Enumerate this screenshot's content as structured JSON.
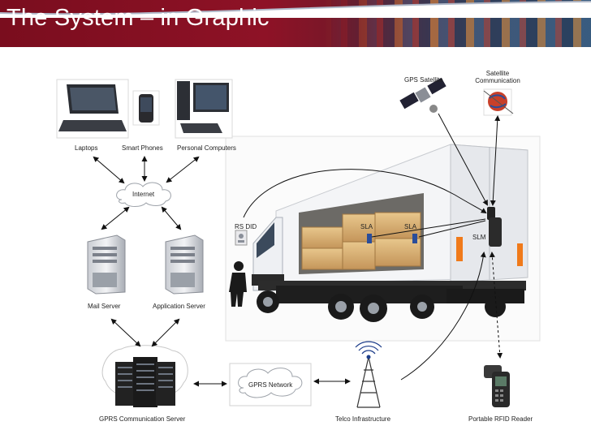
{
  "header": {
    "title": "The System – in Graphic"
  },
  "labels": {
    "laptops": "Laptops",
    "smart_phones": "Smart Phones",
    "personal_computers": "Personal Computers",
    "internet": "Internet",
    "mail_server": "Mail Server",
    "application_server": "Application Server",
    "gprs_server": "GPRS Communication Server",
    "gprs_network": "GPRS Network",
    "telco": "Telco Infrastructure",
    "rfid_reader": "Portable RFID Reader",
    "gps_satellite": "GPS Satellite",
    "satellite_comm_1": "Satellite",
    "satellite_comm_2": "Communication",
    "rs_did": "RS DID",
    "sla_1": "SLA",
    "sla_2": "SLA",
    "slm": "SLM"
  }
}
